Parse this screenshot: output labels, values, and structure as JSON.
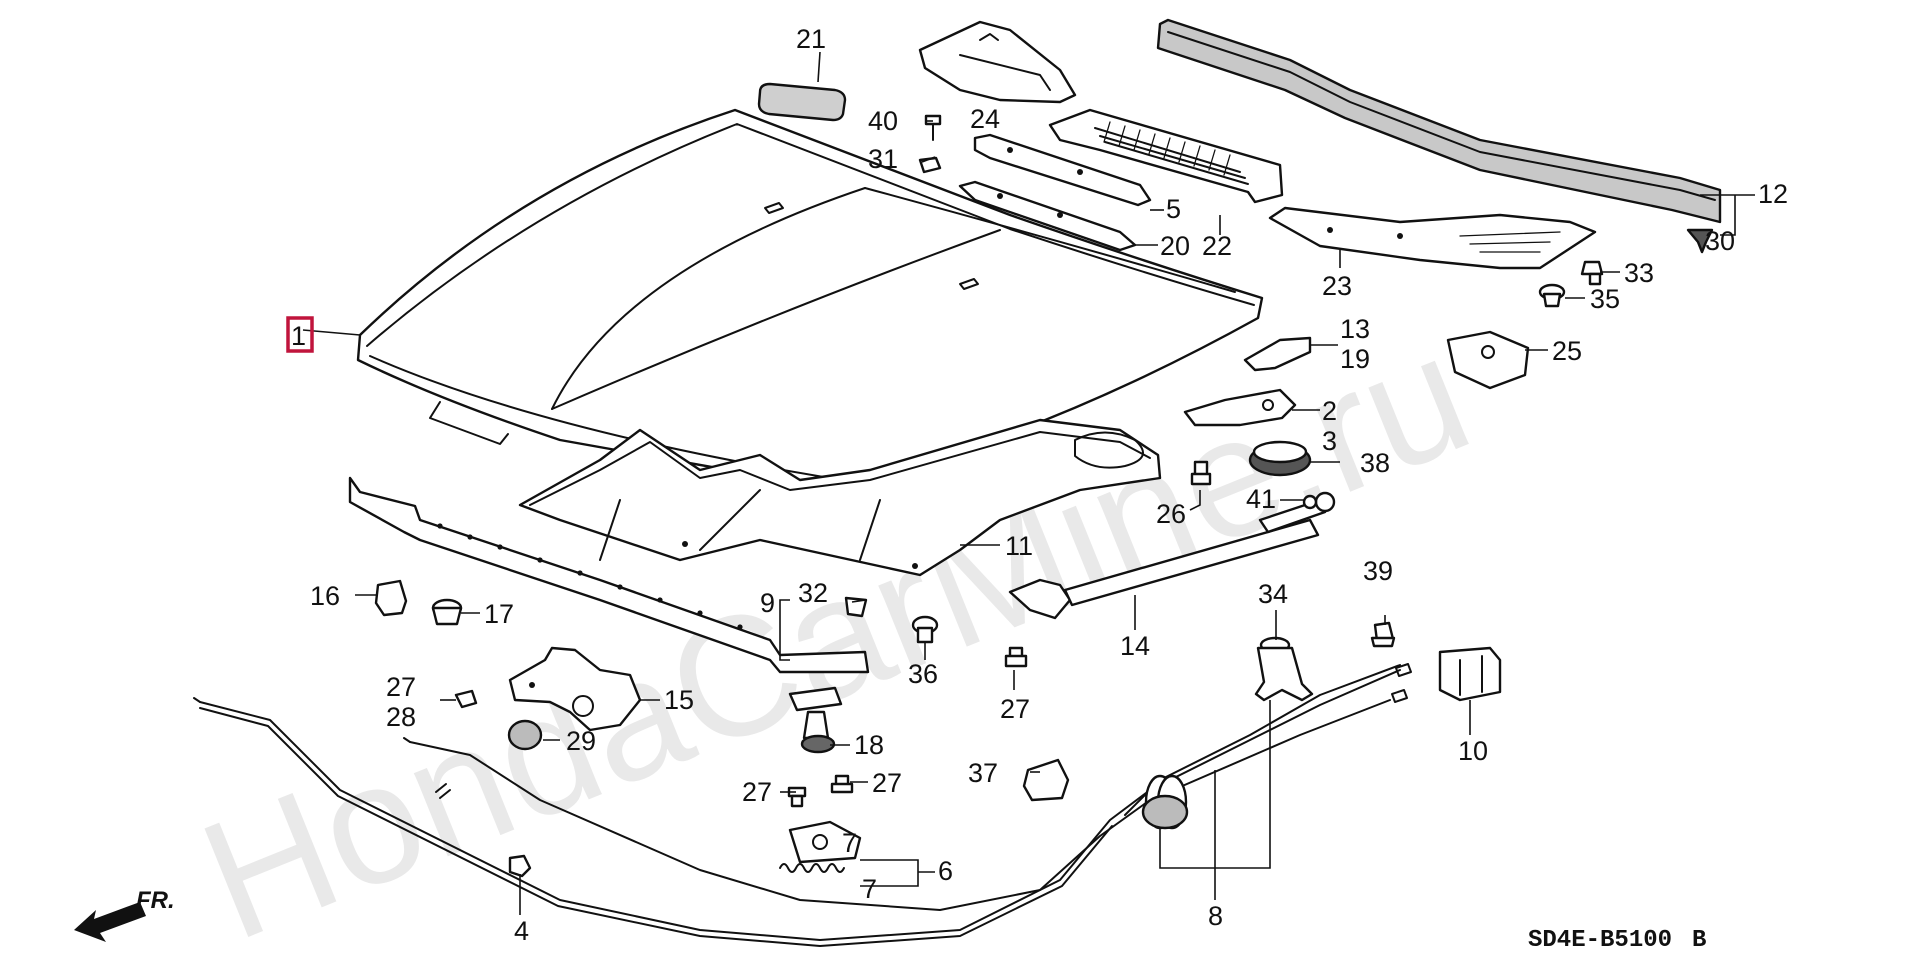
{
  "watermark": "HondaCarMine.ru",
  "diagram_code": "SD4E-B5100",
  "diagram_variant": "B",
  "front_indicator": "FR.",
  "highlighted_part": "1",
  "accent_color": "#c0143c",
  "labels": {
    "p1": "1",
    "p2": "2",
    "p3": "3",
    "p4": "4",
    "p5": "5",
    "p6": "6",
    "p7a": "7",
    "p7b": "7",
    "p8": "8",
    "p9": "9",
    "p10": "10",
    "p11": "11",
    "p12": "12",
    "p13": "13",
    "p14": "14",
    "p15": "15",
    "p16": "16",
    "p17": "17",
    "p18": "18",
    "p19": "19",
    "p20": "20",
    "p21": "21",
    "p22": "22",
    "p23": "23",
    "p24": "24",
    "p25": "25",
    "p26": "26",
    "p27a": "27",
    "p27b": "27",
    "p27c": "27",
    "p27d": "27",
    "p28": "28",
    "p29": "29",
    "p30": "30",
    "p31": "31",
    "p32": "32",
    "p33": "33",
    "p34": "34",
    "p35": "35",
    "p36": "36",
    "p37": "37",
    "p38": "38",
    "p39": "39",
    "p40": "40",
    "p41": "41"
  }
}
